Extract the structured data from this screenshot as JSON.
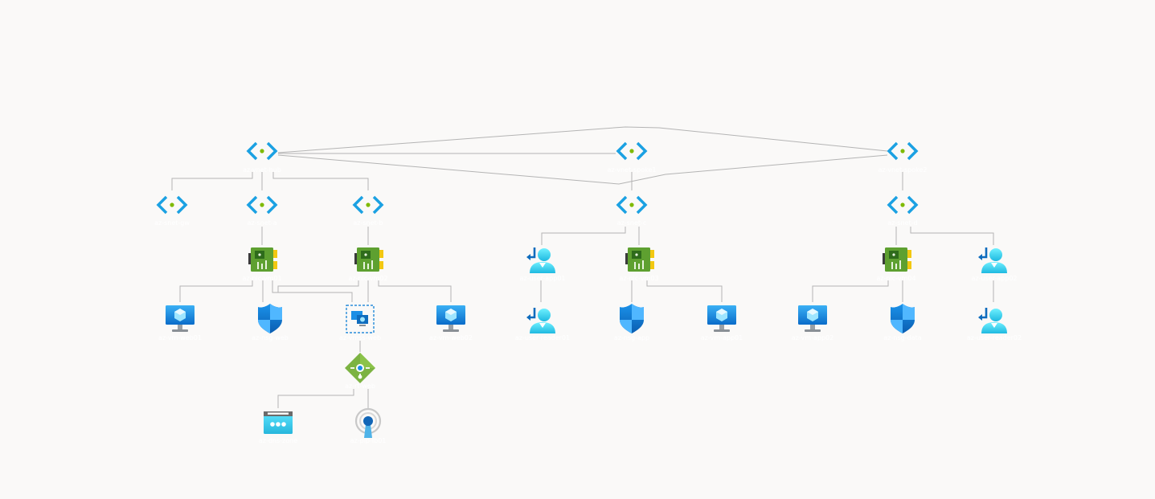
{
  "colors": {
    "background": "#faf9f8",
    "connector": "#b4b4b4",
    "vnet_blue": "#1ba1e2",
    "vnet_green": "#7fba00",
    "nic_green": "#5ea030",
    "nic_gold": "#f2c811",
    "shield_blue": "#0f7ad6",
    "monitor_blue": "#1c8fe6",
    "vmss_blue": "#0078d4",
    "person_cyan": "#50e6ff",
    "route_green": "#7cb342",
    "broadcast_blue": "#1266b7"
  },
  "nodes": [
    {
      "id": "vnet-a",
      "icon": "vnet-icon",
      "label": "az-vnet-hub"
    },
    {
      "id": "vnet-b",
      "icon": "vnet-icon",
      "label": "az-vnet-spoke1"
    },
    {
      "id": "vnet-c",
      "icon": "vnet-icon",
      "label": "az-vnet-spoke2"
    },
    {
      "id": "snet-a1",
      "icon": "vnet-icon",
      "label": "az-snet-gw"
    },
    {
      "id": "snet-a2",
      "icon": "vnet-icon",
      "label": "az-snet-a"
    },
    {
      "id": "snet-a3",
      "icon": "vnet-icon",
      "label": "az-snet-b"
    },
    {
      "id": "snet-b1",
      "icon": "vnet-icon",
      "label": "az-snet-c"
    },
    {
      "id": "snet-c1",
      "icon": "vnet-icon",
      "label": "az-snet-d"
    },
    {
      "id": "nic-a1",
      "icon": "nic-icon",
      "label": "az-nic-vm01"
    },
    {
      "id": "nic-a2",
      "icon": "nic-icon",
      "label": "az-nic-vm02"
    },
    {
      "id": "nic-b1",
      "icon": "nic-icon",
      "label": "az-nic-vm03"
    },
    {
      "id": "nic-c1",
      "icon": "nic-icon",
      "label": "az-nic-vm04"
    },
    {
      "id": "user-b1",
      "icon": "user-sign-in-icon",
      "label": "az-user-app01"
    },
    {
      "id": "user-c1",
      "icon": "user-sign-in-icon",
      "label": "az-user-app02"
    },
    {
      "id": "vm-a1",
      "icon": "virtual-machine-icon",
      "label": "az-vm-web01"
    },
    {
      "id": "nsg-a1",
      "icon": "shield-icon",
      "label": "az-nsg-web"
    },
    {
      "id": "vmss-a1",
      "icon": "vm-scale-set-icon",
      "label": "az-vmss-web"
    },
    {
      "id": "vm-a2",
      "icon": "virtual-machine-icon",
      "label": "az-vm-web02"
    },
    {
      "id": "user-b2",
      "icon": "user-sign-in-icon",
      "label": "az-user-reader01"
    },
    {
      "id": "nsg-b1",
      "icon": "shield-icon",
      "label": "az-nsg-app"
    },
    {
      "id": "vm-b1",
      "icon": "virtual-machine-icon",
      "label": "az-vm-app01"
    },
    {
      "id": "vm-c1",
      "icon": "virtual-machine-icon",
      "label": "az-vm-app02"
    },
    {
      "id": "nsg-c1",
      "icon": "shield-icon",
      "label": "az-nsg-data"
    },
    {
      "id": "user-c2",
      "icon": "user-sign-in-icon",
      "label": "az-user-reader02"
    },
    {
      "id": "route-a1",
      "icon": "route-table-icon",
      "label": "az-rt-web"
    },
    {
      "id": "dns-a1",
      "icon": "dns-zone-icon",
      "label": "az-dns-zone"
    },
    {
      "id": "bcast-a1",
      "icon": "broadcast-icon",
      "label": "az-pip-lb01"
    }
  ]
}
